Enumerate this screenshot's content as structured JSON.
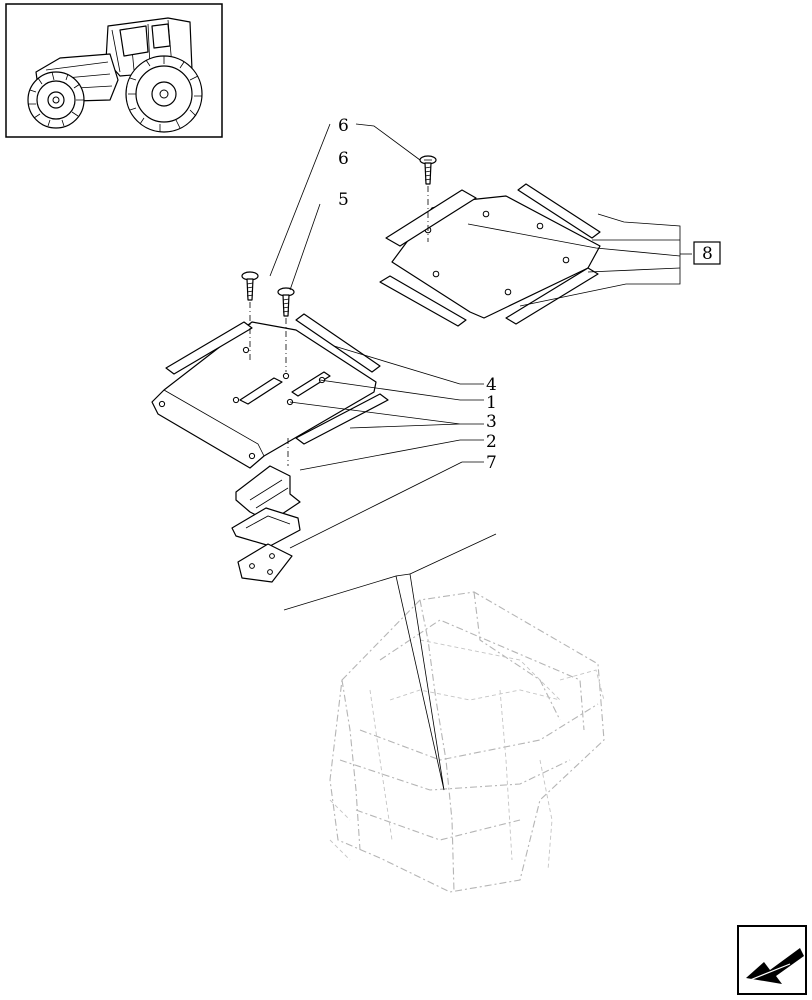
{
  "callouts": {
    "c6_right": "6",
    "c6_left": "6",
    "c5": "5",
    "c4": "4",
    "c1": "1",
    "c3": "3",
    "c2": "2",
    "c7": "7",
    "c8": "8"
  },
  "icons": {
    "thumbnail": "tractor-thumbnail-icon",
    "nav": "next-page-arrow-icon"
  },
  "colors": {
    "line": "#000000",
    "ghost": "#b5b5b5",
    "background": "#ffffff"
  }
}
